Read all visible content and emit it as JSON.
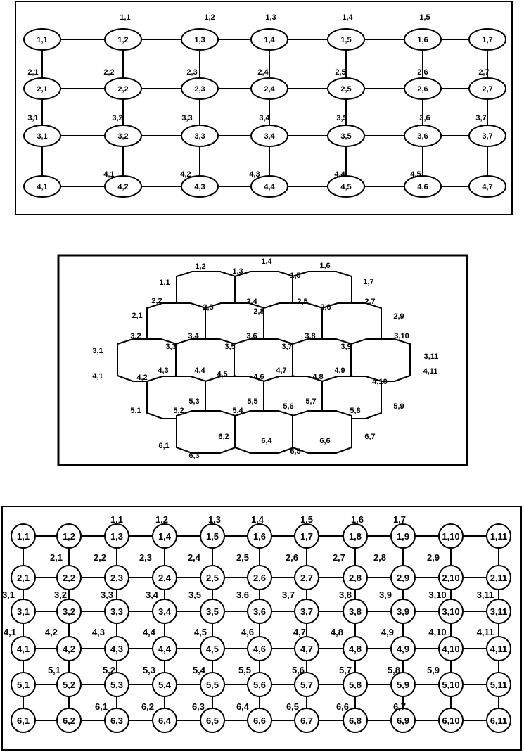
{
  "grid_rect": {
    "rows": 4,
    "cols": 7,
    "node_labels": [
      [
        "1,1",
        "1,2",
        "1,3",
        "1,4",
        "1,5",
        "1,6",
        "1,7"
      ],
      [
        "2,1",
        "2,2",
        "2,3",
        "2,4",
        "2,5",
        "2,6",
        "2,7"
      ],
      [
        "3,1",
        "3,2",
        "3,3",
        "3,4",
        "3,5",
        "3,6",
        "3,7"
      ],
      [
        "4,1",
        "4,2",
        "4,3",
        "4,4",
        "4,5",
        "4,6",
        "4,7"
      ]
    ],
    "top_edge_labels": [
      "1,1",
      "1,2",
      "1,3",
      "1,4",
      "1,5"
    ],
    "vertical_edge_labels": [
      [
        "2,1",
        "2,2",
        "2,3",
        "2,4",
        "2,5",
        "2,6",
        "2,7"
      ],
      [
        "3,1",
        "3,2",
        "3,3",
        "3,4",
        "3,5",
        "3,6",
        "3,7"
      ],
      [
        "4,1",
        "4,2",
        "4,3",
        "4,4",
        "4,5"
      ]
    ]
  },
  "grid_hex": {
    "cell_labels": [
      [
        "1,1",
        "1,2",
        "1,3",
        "1,4",
        "1,5",
        "1,6",
        "1,7"
      ],
      [
        "2,1",
        "2,2",
        "2,3",
        "2,4",
        "2,5",
        "2,6",
        "2,7",
        "2,8",
        "2,9"
      ],
      [
        "3,1",
        "3,2",
        "3,3",
        "3,4",
        "3,5",
        "3,6",
        "3,7",
        "3,8",
        "3,9",
        "3,10",
        "3,11"
      ],
      [
        "4,1",
        "4,2",
        "4,3",
        "4,4",
        "4,5",
        "4,6",
        "4,7",
        "4,8",
        "4,9",
        "4,10",
        "4,11"
      ],
      [
        "5,1",
        "5,2",
        "5,3",
        "5,4",
        "5,5",
        "5,6",
        "5,7",
        "5,8",
        "5,9"
      ],
      [
        "6,1",
        "6,2",
        "6,3",
        "6,4",
        "6,5",
        "6,6",
        "6,7"
      ]
    ]
  },
  "grid_circles": {
    "rows": 6,
    "cols": 11,
    "node_labels": [
      [
        "1,1",
        "1,2",
        "1,3",
        "1,4",
        "1,5",
        "1,6",
        "1,7",
        "1,8",
        "1,9",
        "1,10",
        "1,11"
      ],
      [
        "2,1",
        "2,2",
        "2,3",
        "2,4",
        "2,5",
        "2,6",
        "2,7",
        "2,8",
        "2,9",
        "2,10",
        "2,11"
      ],
      [
        "3,1",
        "3,2",
        "3,3",
        "3,4",
        "3,5",
        "3,6",
        "3,7",
        "3,8",
        "3,9",
        "3,10",
        "3,11"
      ],
      [
        "4,1",
        "4,2",
        "4,3",
        "4,4",
        "4,5",
        "4,6",
        "4,7",
        "4,8",
        "4,9",
        "4,10",
        "4,11"
      ],
      [
        "5,1",
        "5,2",
        "5,3",
        "5,4",
        "5,5",
        "5,6",
        "5,7",
        "5,8",
        "5,9",
        "5,10",
        "5,11"
      ],
      [
        "6,1",
        "6,2",
        "6,3",
        "6,4",
        "6,5",
        "6,6",
        "6,7",
        "6,8",
        "6,9",
        "6,10",
        "6,11"
      ]
    ],
    "edge_labels": [
      [
        "1,1",
        "1,2",
        "1,3",
        "1,4",
        "1,5",
        "1,6",
        "1,7"
      ],
      [
        "2,1",
        "2,2",
        "2,3",
        "2,4",
        "2,5",
        "2,6",
        "2,7",
        "2,8",
        "2,9"
      ],
      [
        "3,1",
        "3,2",
        "3,3",
        "3,4",
        "3,5",
        "3,6",
        "3,7",
        "3,8",
        "3,9",
        "3,10",
        "3,11"
      ],
      [
        "4,1",
        "4,2",
        "4,3",
        "4,4",
        "4,5",
        "4,6",
        "4,7",
        "4,8",
        "4,9",
        "4,10",
        "4,11"
      ],
      [
        "5,1",
        "5,2",
        "5,3",
        "5,4",
        "5,5",
        "5,6",
        "5,7",
        "5,8",
        "5,9"
      ],
      [
        "6,1",
        "6,2",
        "6,3",
        "6,4",
        "6,5",
        "6,6",
        "6,7"
      ]
    ]
  }
}
